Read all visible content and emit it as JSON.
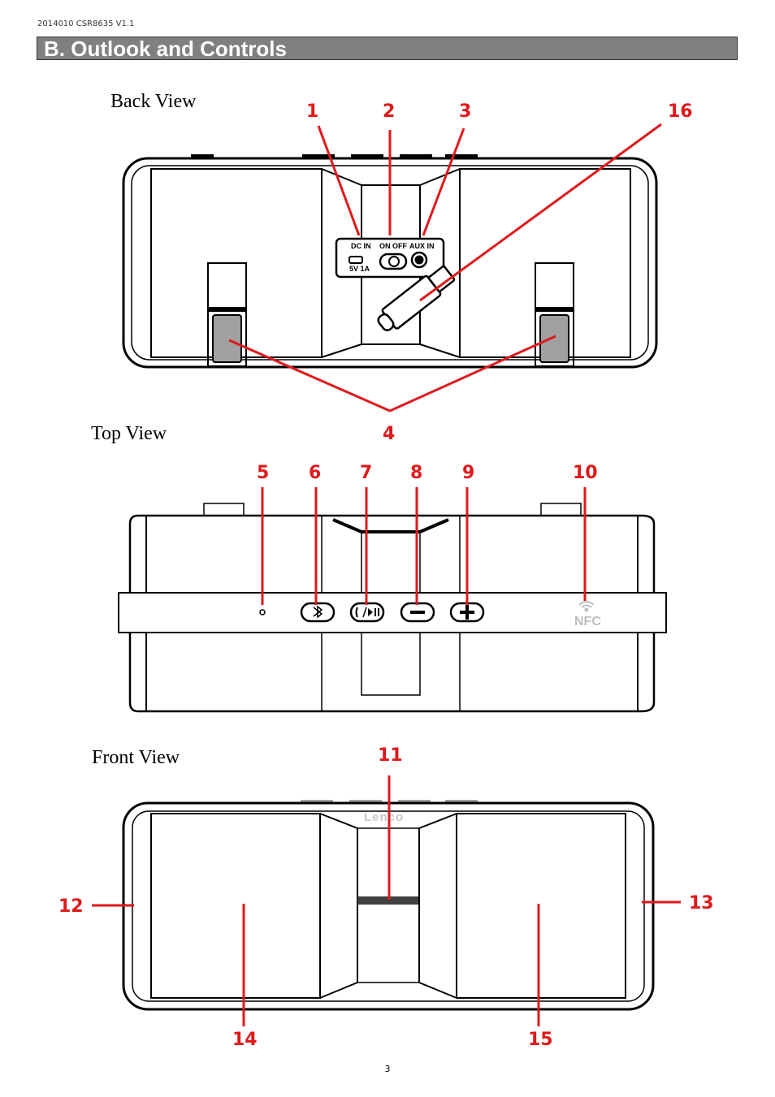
{
  "header": {
    "doc_ref": "2014010 CSR8635 V1.1"
  },
  "section": {
    "title": "B.   Outlook and Controls"
  },
  "views": {
    "back": "Back View",
    "top": "Top View",
    "front": "Front View"
  },
  "port_labels": {
    "dc_in": "DC IN",
    "on_off": "ON OFF",
    "aux_in": "AUX IN",
    "rating": "5V 1A"
  },
  "nfc_label": "NFC",
  "brand_logo": "Lenco",
  "callouts": {
    "c1": "1",
    "c2": "2",
    "c3": "3",
    "c4": "4",
    "c5": "5",
    "c6": "6",
    "c7": "7",
    "c8": "8",
    "c9": "9",
    "c10": "10",
    "c11": "11",
    "c12": "12",
    "c13": "13",
    "c14": "14",
    "c15": "15",
    "c16": "16"
  },
  "icons": [
    "bluetooth-icon",
    "phone-play-pause-icon",
    "minus-icon",
    "plus-icon",
    "nfc-wifi-icon"
  ],
  "colors": {
    "callout": "#e0191b",
    "bar": "#808080"
  },
  "page_number": "3"
}
